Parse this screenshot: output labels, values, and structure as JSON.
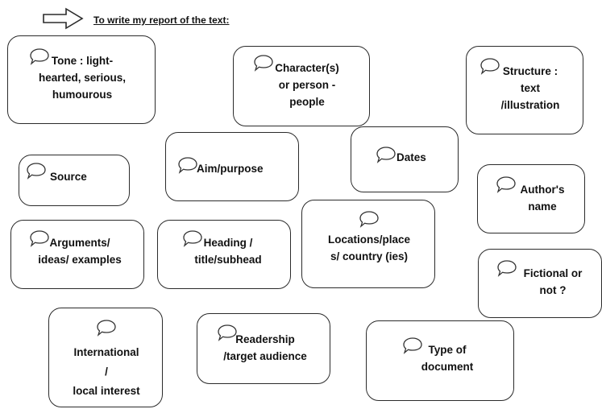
{
  "heading": "To write my report of the text:",
  "icons": {
    "arrow": "right-arrow-icon",
    "bubble": "speech-bubble-icon"
  },
  "cards": {
    "tone": "Tone : light-\nhearted, serious,\nhumourous",
    "characters": "Character(s)\nor person -\npeople",
    "structure": "Structure :\ntext\n/illustration",
    "source": "Source",
    "aim": "Aim/purpose",
    "dates": "Dates",
    "author": "Author's\nname",
    "arguments": "Arguments/\nideas/ examples",
    "heading_title": "Heading /\ntitle/subhead",
    "locations": "Locations/place\ns/ country (ies)",
    "fictional": "Fictional or\nnot ?",
    "international": "International\n/\nlocal interest",
    "readership": "Readership\n/target audience",
    "type": "Type of\ndocument"
  }
}
